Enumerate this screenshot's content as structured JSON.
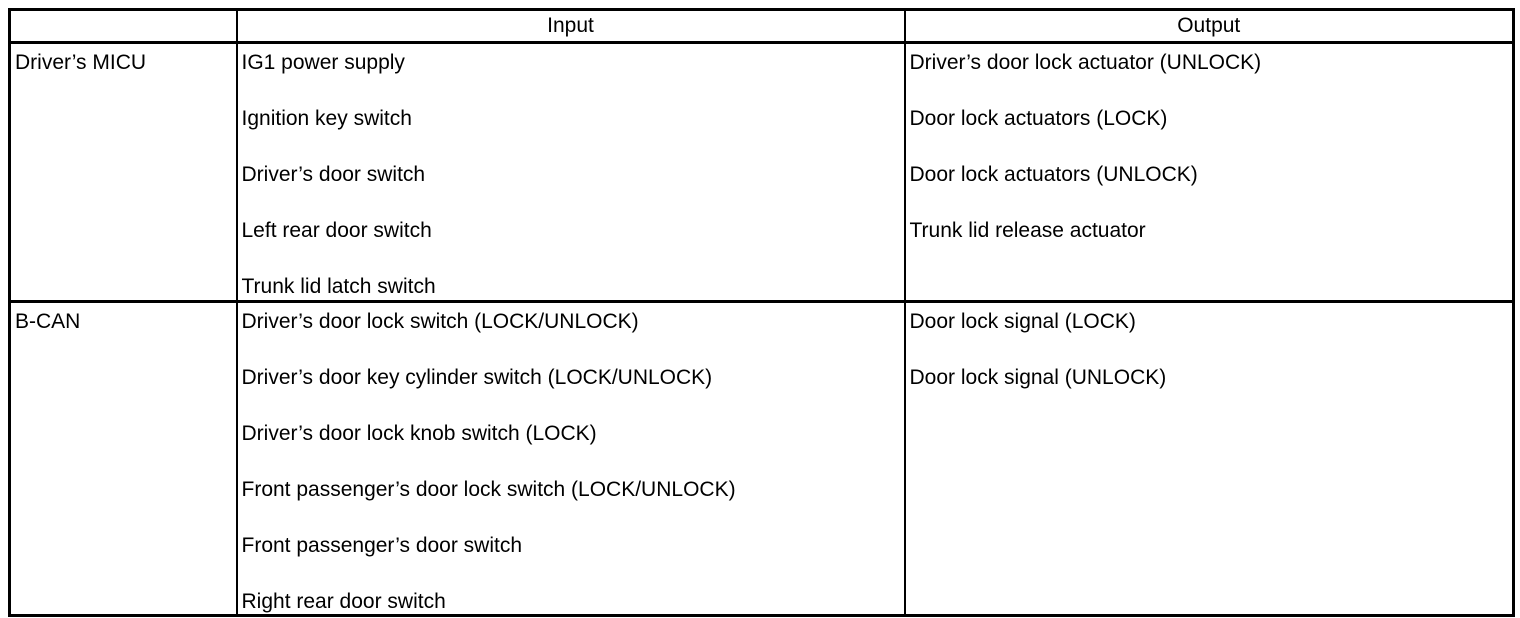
{
  "table": {
    "col_headers": [
      "",
      "Input",
      "Output"
    ],
    "rows": [
      {
        "source": "Driver’s MICU",
        "inputs": [
          "IG1 power supply",
          "Ignition key switch",
          "Driver’s door switch",
          "Left rear door switch",
          "Trunk lid latch switch"
        ],
        "outputs": [
          "Driver’s door lock actuator (UNLOCK)",
          "Door lock actuators (LOCK)",
          "Door lock actuators (UNLOCK)",
          "Trunk lid release actuator"
        ]
      },
      {
        "source": "B-CAN",
        "inputs": [
          "Driver’s door lock switch (LOCK/UNLOCK)",
          "Driver’s door key cylinder switch (LOCK/UNLOCK)",
          "Driver’s door lock knob switch (LOCK)",
          "Front passenger’s door lock switch (LOCK/UNLOCK)",
          "Front passenger’s door switch",
          "Right rear door switch"
        ],
        "outputs": [
          "Door lock signal (LOCK)",
          "Door lock signal (UNLOCK)"
        ]
      }
    ],
    "colors": {
      "border": "#000000",
      "text": "#000000",
      "background": "#ffffff"
    }
  }
}
